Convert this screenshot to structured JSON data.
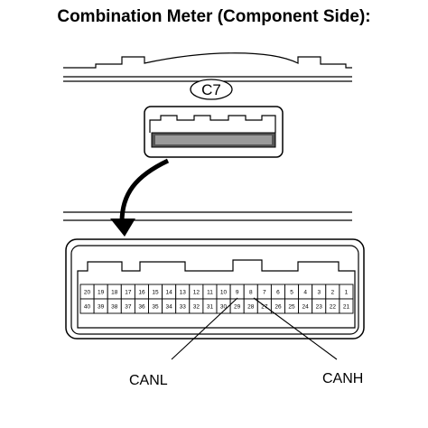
{
  "title": "Combination Meter (Component Side):",
  "connector_code": "C7",
  "pins_top": [
    "20",
    "19",
    "18",
    "17",
    "16",
    "15",
    "14",
    "13",
    "12",
    "11",
    "10",
    "9",
    "8",
    "7",
    "6",
    "5",
    "4",
    "3",
    "2",
    "1"
  ],
  "pins_bottom": [
    "40",
    "39",
    "38",
    "37",
    "36",
    "35",
    "34",
    "33",
    "32",
    "31",
    "30",
    "29",
    "28",
    "27",
    "26",
    "25",
    "24",
    "23",
    "22",
    "21"
  ],
  "callouts": {
    "canl": "CANL",
    "canh": "CANH"
  }
}
